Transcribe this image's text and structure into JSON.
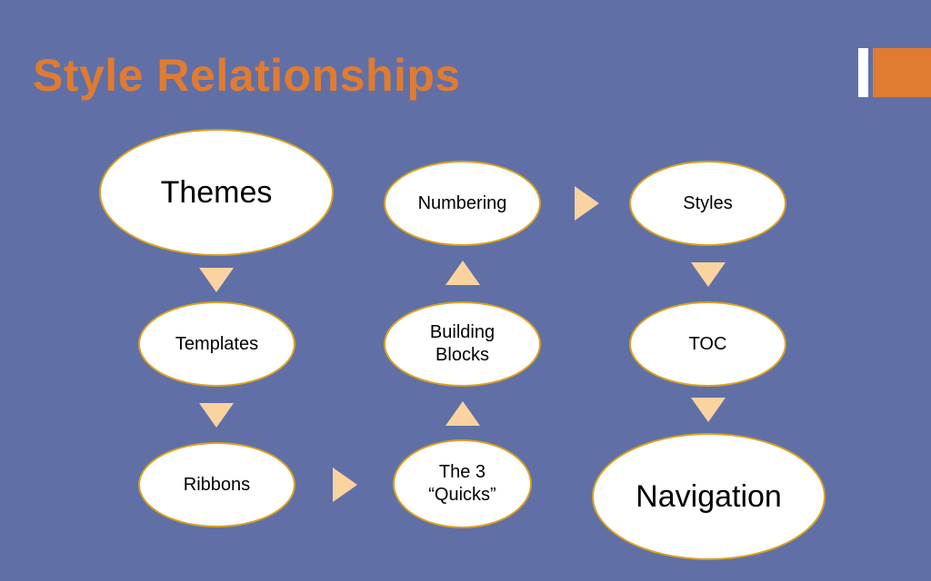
{
  "slide": {
    "title": "Style Relationships"
  },
  "nodes": {
    "themes": "Themes",
    "templates": "Templates",
    "ribbons": "Ribbons",
    "quicks": "The 3\n“Quicks”",
    "building_blocks": "Building\nBlocks",
    "numbering": "Numbering",
    "styles": "Styles",
    "toc": "TOC",
    "navigation": "Navigation"
  },
  "colors": {
    "background": "#6070a6",
    "title": "#e07b31",
    "node_fill": "#ffffff",
    "node_border": "#d9a21f",
    "arrow": "#fbd3a0"
  }
}
